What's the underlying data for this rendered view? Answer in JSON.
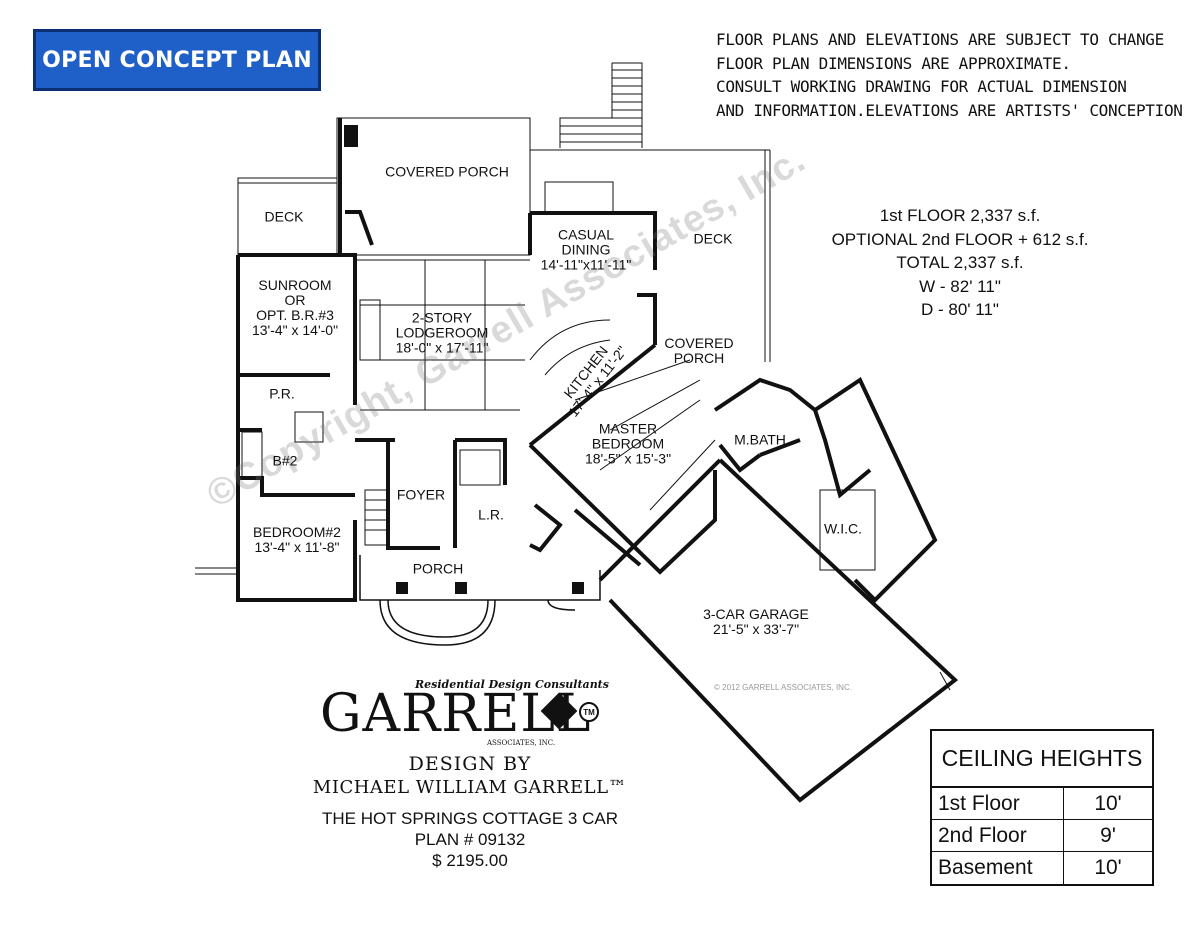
{
  "badge": "OPEN CONCEPT PLAN",
  "disclaimer": [
    "FLOOR PLANS AND ELEVATIONS ARE SUBJECT TO CHANGE",
    "FLOOR PLAN DIMENSIONS ARE APPROXIMATE.",
    "CONSULT WORKING DRAWING FOR ACTUAL DIMENSION",
    "AND INFORMATION.ELEVATIONS ARE ARTISTS' CONCEPTION"
  ],
  "stats": [
    "1st FLOOR  2,337 s.f.",
    "OPTIONAL 2nd FLOOR + 612 s.f.",
    "TOTAL  2,337  s.f.",
    "W - 82' 11\"",
    "D - 80' 11\""
  ],
  "rooms": {
    "covered_porch_top": "COVERED  PORCH",
    "deck_left": "DECK",
    "deck_right": "DECK",
    "casual_dining": [
      "CASUAL",
      "DINING",
      "14'-11\"x11'-11\""
    ],
    "sunroom": [
      "SUNROOM",
      "OR",
      "OPT.  B.R.#3",
      "13'-4\" x 14'-0\""
    ],
    "lodgeroom": [
      "2-STORY",
      "LODGEROOM",
      "18'-0\" x 17'-11\""
    ],
    "kitchen": [
      "KITCHEN",
      "17'-4\" x 11'-2\""
    ],
    "covered_porch_right": [
      "COVERED",
      "PORCH"
    ],
    "pr": "P.R.",
    "master_bedroom": [
      "MASTER",
      "BEDROOM",
      "18'-5\" x 15'-3\""
    ],
    "mbath": "M.BATH",
    "b2": "B#2",
    "foyer": "FOYER",
    "lr": "L.R.",
    "bedroom2": [
      "BEDROOM#2",
      "13'-4\" x 11'-8\""
    ],
    "wic": "W.I.C.",
    "porch": "PORCH",
    "garage": [
      "3-CAR  GARAGE",
      "21'-5\" x 33'-7\""
    ]
  },
  "watermark": "©Copyright, Garrell Associates, Inc.",
  "garage_copyright": "© 2012 GARRELL ASSOCIATES, INC.",
  "brand": {
    "tagline": "Residential Design Consultants",
    "name": "GARRELL",
    "tm": "TM",
    "sub": "ASSOCIATES, INC."
  },
  "design": {
    "by": "DESIGN BY",
    "designer": "MICHAEL WILLIAM GARRELL™"
  },
  "plan": {
    "name": "THE HOT SPRINGS COTTAGE  3 CAR",
    "number": "PLAN #  09132",
    "price": "$ 2195.00"
  },
  "ceiling": {
    "title": "CEILING HEIGHTS",
    "rows": [
      {
        "label": "1st Floor",
        "value": "10'"
      },
      {
        "label": "2nd Floor",
        "value": "9'"
      },
      {
        "label": "Basement",
        "value": "10'"
      }
    ]
  },
  "colors": {
    "badge_bg": "#1f5fc8",
    "badge_border": "#0b2f73",
    "line": "#111111"
  }
}
